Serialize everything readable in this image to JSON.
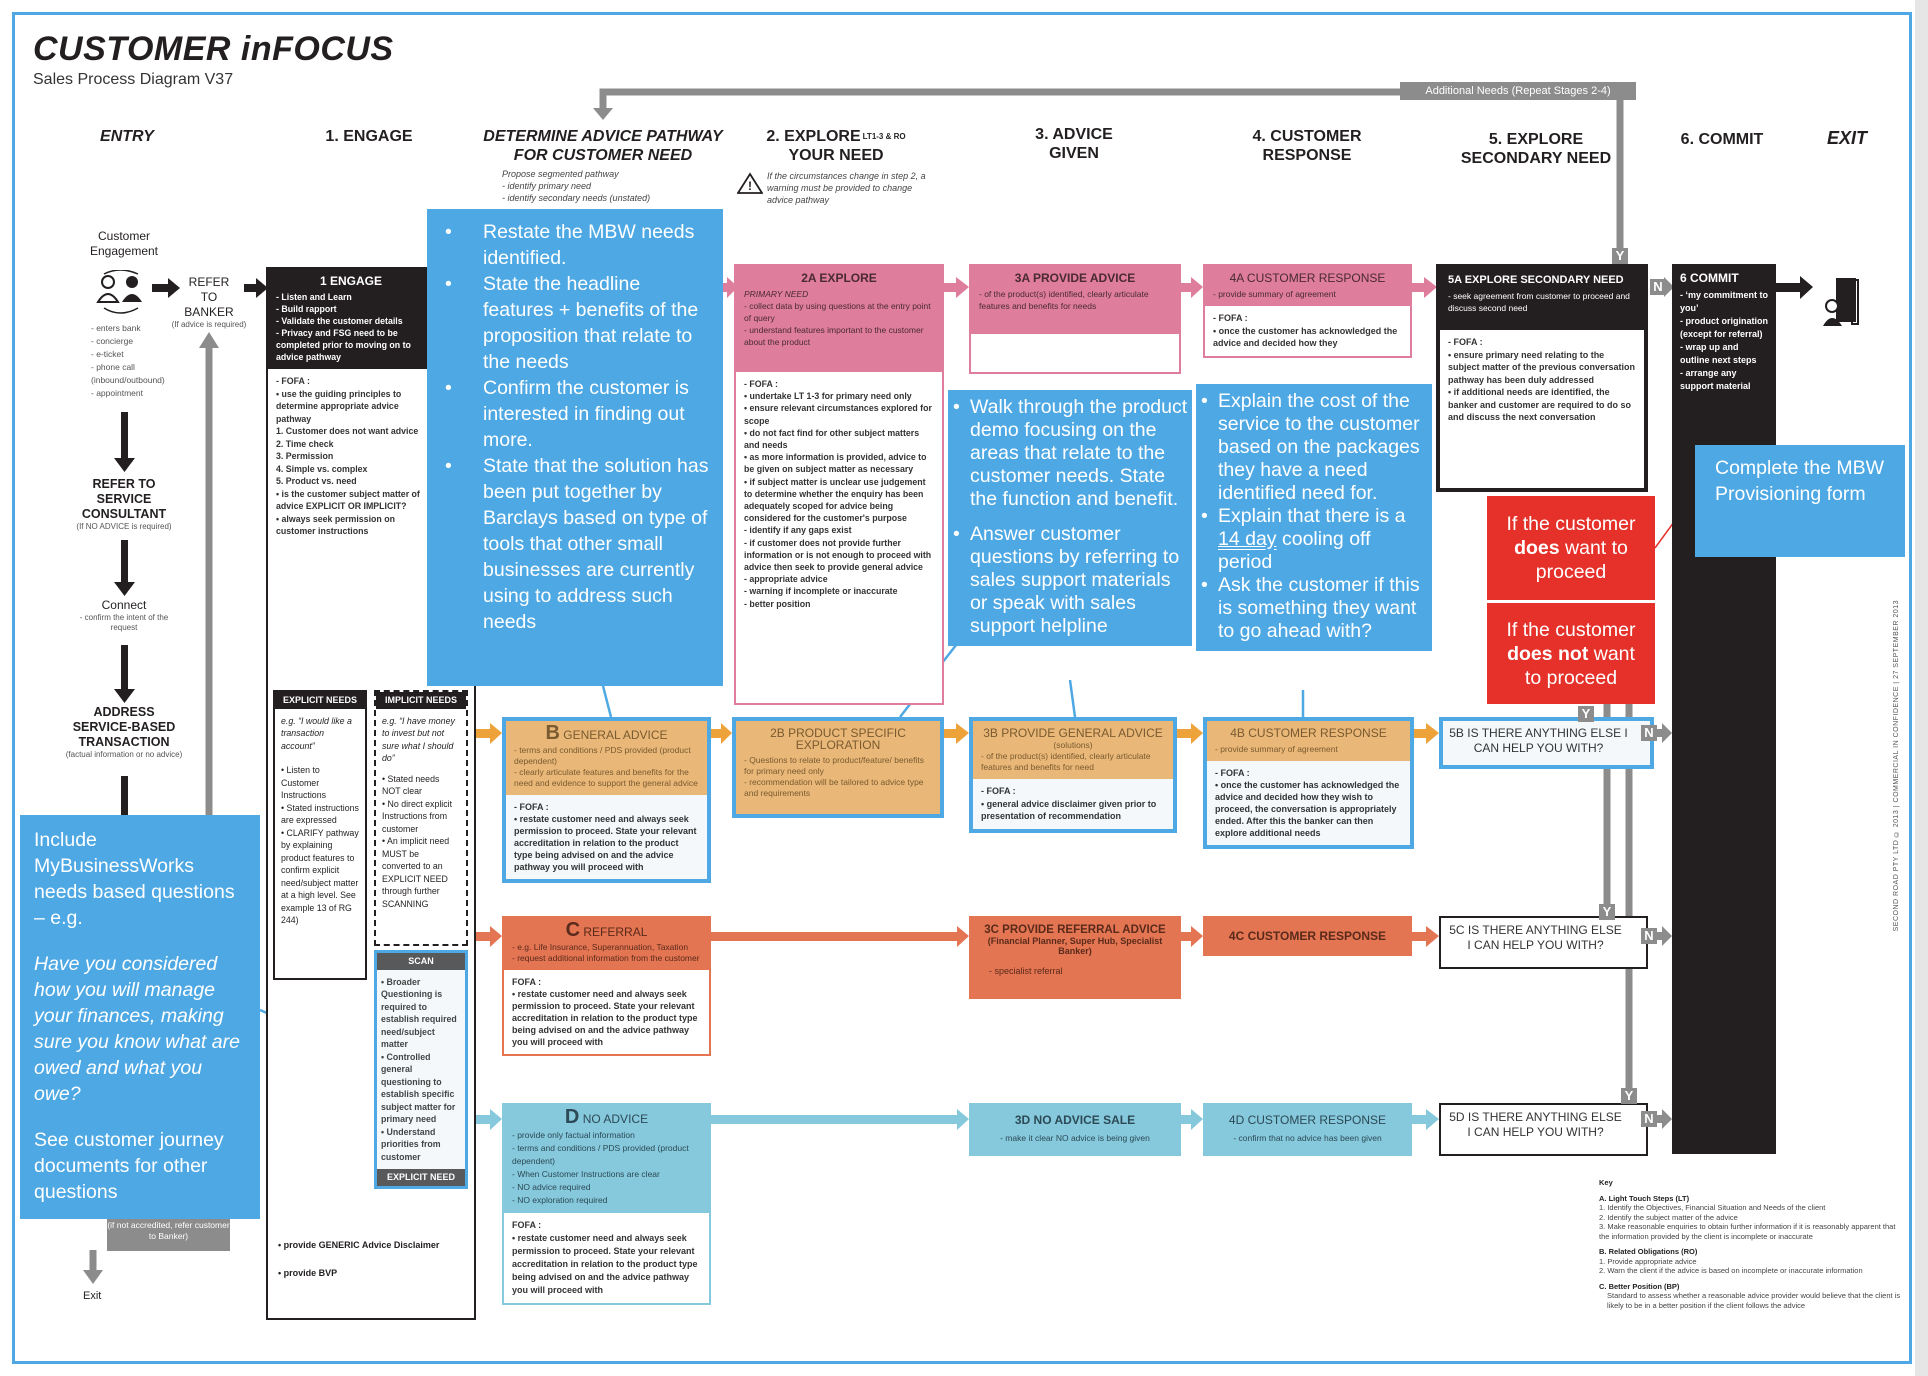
{
  "header": {
    "title": "CUSTOMER inFOCUS",
    "subtitle": "Sales Process Diagram V37"
  },
  "additional_needs": "Additional Needs (Repeat Stages 2-4)",
  "columns": {
    "entry": "ENTRY",
    "engage": "1. ENGAGE",
    "determine_1": "DETERMINE ADVICE PATHWAY",
    "determine_2": "FOR CUSTOMER NEED",
    "explore_1": "2. EXPLORE",
    "explore_sup": "LT1-3 & RO",
    "explore_2": "YOUR NEED",
    "advice_1": "3. ADVICE",
    "advice_2": "GIVEN",
    "response_1": "4. CUSTOMER",
    "response_2": "RESPONSE",
    "secondary_1": "5. EXPLORE",
    "secondary_2": "SECONDARY NEED",
    "commit": "6. COMMIT",
    "exit": "EXIT"
  },
  "pathway_notes": [
    "Propose segmented pathway",
    "- identify primary need",
    "- identify secondary needs (unstated)"
  ],
  "explore_warning": "If the circumstances change in step 2, a warning must be provided to change advice pathway",
  "entry": {
    "engagement": "Customer Engagement",
    "refer_banker": "REFER TO BANKER",
    "refer_banker_note": "(If advice is required)",
    "channels": [
      "- enters bank",
      "- concierge",
      "- e-ticket",
      "- phone call",
      "   (inbound/outbound)",
      "- appointment"
    ],
    "refer_service": "REFER TO SERVICE CONSULTANT",
    "refer_service_note": "(If NO ADVICE is required)",
    "connect": "Connect",
    "connect_note": "- confirm the intent of the request",
    "address": "ADDRESS SERVICE-BASED TRANSACTION",
    "address_note": "(factual information or no advice)",
    "not_accredited": "(if not accredited, refer customer to Banker)",
    "exit": "Exit"
  },
  "engage": {
    "title": "1 ENGAGE",
    "items": [
      "- Listen and Learn",
      "- Build rapport",
      "- Validate the customer details",
      "- Privacy and FSG need to be completed prior to moving on to advice pathway"
    ],
    "fofa": [
      "- FOFA :",
      "• use the guiding principles to determine appropriate advice pathway",
      "  1. Customer does not want advice",
      "  2. Time check",
      "  3. Permission",
      "  4. Simple vs. complex",
      "  5. Product vs. need",
      "• is the customer subject matter of advice EXPLICIT OR IMPLICIT?",
      "• always seek permission on customer instructions"
    ],
    "explicit": {
      "title": "EXPLICIT NEEDS",
      "example": "e.g. “I would like a transaction account”",
      "items": [
        "• Listen to Customer Instructions",
        "• Stated instructions are expressed",
        "• CLARIFY pathway by explaining product features to confirm explicit need/subject matter at a high level. See example 13 of RG 244)"
      ]
    },
    "implicit": {
      "title": "IMPLICIT NEEDS",
      "example": "e.g. “I have money to invest but not sure what I should do”",
      "items": [
        "• Stated needs NOT clear",
        "• No direct explicit Instructions from customer",
        "• An implicit need MUST be converted to an EXPLICIT NEED through further SCANNING"
      ]
    },
    "scan": {
      "title": "SCAN",
      "items": [
        "• Broader Questioning is required to establish required need/subject matter",
        "• Controlled general questioning to establish specific subject matter for primary need",
        "• Understand priorities from customer"
      ],
      "footer": "EXPLICIT NEED"
    },
    "disclaimer": "• provide GENERIC Advice Disclaimer",
    "bvp": "• provide BVP"
  },
  "stage2a": {
    "title": "2A EXPLORE",
    "subtitle": "PRIMARY NEED",
    "desc": [
      "- collect data by using questions at the entry point of query",
      "- understand features important to the customer about the product"
    ],
    "fofa": [
      "- FOFA :",
      "• undertake LT 1-3 for primary need only",
      "• ensure relevant circumstances explored for scope",
      "• do not fact find for other subject matters and needs",
      "• as more information is provided, advice to be given on subject matter as necessary",
      "• if subject matter is unclear use judgement to determine whether the enquiry has been adequately scoped for advice being considered for the customer's purpose",
      "  - identify if any gaps exist",
      "  - if customer does not provide further information or is not enough to proceed with advice then seek to provide general advice",
      "  - appropriate advice",
      "  - warning if incomplete or inaccurate",
      "  - better position"
    ]
  },
  "stage3a": {
    "title": "3A PROVIDE ADVICE",
    "desc": [
      "- of the product(s) identified, clearly articulate features and benefits for needs"
    ]
  },
  "stage4a": {
    "title": "4A CUSTOMER RESPONSE",
    "desc": "- provide summary of agreement",
    "fofa": [
      "- FOFA :",
      "• once the customer has acknowledged the advice and decided how they"
    ]
  },
  "stage5a": {
    "title": "5A EXPLORE SECONDARY NEED",
    "desc": "- seek agreement from customer to proceed and discuss second need",
    "fofa": [
      "- FOFA :",
      "• ensure primary need relating to the subject matter of the previous conversation pathway has been duly addressed",
      "• if additional needs are identified, the banker and customer are required to do so and discuss the next conversation"
    ]
  },
  "commit": {
    "title": "6 COMMIT",
    "items": [
      "- ‘my commitment to you’",
      "- product origination (except for referral)",
      "- wrap up and outline next steps",
      "- arrange any support material"
    ]
  },
  "callouts": {
    "restate": [
      "Restate the MBW needs identified.",
      "State the headline features + benefits of the proposition that relate to the needs",
      "Confirm the customer is interested in finding out more.",
      "State that the solution has been put together by Barclays based on type of tools that other small businesses are currently using to address such needs"
    ],
    "walkthrough": [
      "Walk through the product demo focusing on the areas that relate to the customer needs. State the function and benefit.",
      "Answer customer questions by referring to sales support materials or speak with sales support helpline"
    ],
    "cost_1": "Explain the cost of the service to the customer based on the packages they have a need identified need for.",
    "cost_2a": "Explain that there is a ",
    "cost_2b": "14 day",
    "cost_2c": " cooling off period",
    "cost_3": "Ask the customer if this is something they want to go ahead with?",
    "proceed_a": "If the customer ",
    "proceed_b": "does",
    "proceed_c": " want to proceed",
    "noproceed_a": "If the customer ",
    "noproceed_b": "does not",
    "noproceed_c": " want to proceed",
    "provisioning": "Complete the MBW Provisioning form",
    "mbw_1": "Include MyBusinessWorks needs based questions – e.g.",
    "mbw_2": "Have you considered how you will manage your finances, making sure you know what are owed and what you owe?",
    "mbw_3": "See customer journey documents for other questions"
  },
  "rowB": {
    "b": {
      "letter": "B",
      "title": "GENERAL ADVICE",
      "desc": [
        "- terms and conditions / PDS provided (product dependent)",
        "- clearly articulate features and benefits for the need and evidence to support the general advice"
      ],
      "fofa": [
        "- FOFA :",
        "• restate customer need and always seek permission to proceed. State your relevant accreditation in relation to the product type being advised on and the advice pathway you will proceed with"
      ]
    },
    "s2": {
      "title": "2B PRODUCT SPECIFIC EXPLORATION",
      "desc": [
        "- Questions to relate to product/feature/ benefits for primary need only",
        "- recommendation will be tailored to advice type and requirements"
      ]
    },
    "s3": {
      "title": "3B PROVIDE GENERAL ADVICE",
      "subtitle": "(solutions)",
      "desc": [
        "- of the product(s) identified, clearly articulate features and benefits for need"
      ],
      "fofa": [
        "- FOFA :",
        "• general advice disclaimer given prior to presentation of recommendation"
      ]
    },
    "s4": {
      "title": "4B CUSTOMER RESPONSE",
      "desc": "- provide summary of agreement",
      "fofa": [
        "- FOFA :",
        "• once the customer has acknowledged the advice and decided how they wish to proceed, the conversation is appropriately ended. After this the banker can then explore additional needs"
      ]
    },
    "s5": "5B IS THERE ANYTHING ELSE I CAN HELP YOU WITH?"
  },
  "rowC": {
    "c": {
      "letter": "C",
      "title": "REFERRAL",
      "desc": [
        "- e.g. Life Insurance, Superannuation, Taxation",
        "- request additional information from the customer"
      ],
      "fofa": [
        "FOFA :",
        "• restate customer need and always seek permission to proceed. State your relevant accreditation in relation to the product type being advised on and the advice pathway you will proceed with"
      ]
    },
    "s3": {
      "title": "3C PROVIDE REFERRAL ADVICE",
      "subtitle": "(Financial Planner, Super Hub, Specialist Banker)",
      "desc": "- specialist referral"
    },
    "s4": "4C CUSTOMER RESPONSE",
    "s5": "5C IS THERE ANYTHING ELSE I CAN HELP YOU WITH?"
  },
  "rowD": {
    "d": {
      "letter": "D",
      "title": "NO ADVICE",
      "desc": [
        "- provide only factual information",
        "- terms and conditions / PDS provided (product dependent)",
        "- When Customer Instructions are clear",
        "- NO advice required",
        "- NO exploration required"
      ],
      "fofa": [
        "FOFA :",
        "• restate customer need and always seek permission to proceed. State your relevant accreditation in relation to the product type being advised on and the advice pathway you will proceed with"
      ]
    },
    "s3": {
      "title": "3D NO ADVICE SALE",
      "desc": "- make it clear NO advice is being given"
    },
    "s4": {
      "title": "4D CUSTOMER RESPONSE",
      "desc": "- confirm that no advice has been given"
    },
    "s5": "5D IS THERE ANYTHING ELSE I CAN HELP YOU WITH?"
  },
  "yn": {
    "y": "Y",
    "n": "N"
  },
  "key": {
    "title": "Key",
    "a_title": "A. Light Touch Steps (LT)",
    "a_items": [
      "1. Identify the Objectives, Financial Situation and Needs of the client",
      "2. Identify the subject matter of the advice",
      "3. Make reasonable enquiries to obtain further information if it is reasonably apparent that the information provided by the client is incomplete or inaccurate"
    ],
    "b_title": "B. Related Obligations (RO)",
    "b_items": [
      "1. Provide appropriate advice",
      "2. Warn the client if the advice is based on incomplete or inaccurate information"
    ],
    "c_title": "C. Better Position (BP)",
    "c_text": "Standard to assess whether a reasonable advice provider would believe that the client is likely to be in a better position if the client follows the advice"
  },
  "footer_vertical": "SECOND ROAD PTY LTD © 2013 | COMMERCIAL IN CONFIDENCE | 27 SEPTEMBER 2013",
  "colors": {
    "callout": "#4ea8e4",
    "red": "#e5312a",
    "pink": "#de7d9c",
    "light_orange": "#e9b878",
    "orange": "#e37553",
    "light_blue": "#86c8dc",
    "black": "#231f20"
  }
}
